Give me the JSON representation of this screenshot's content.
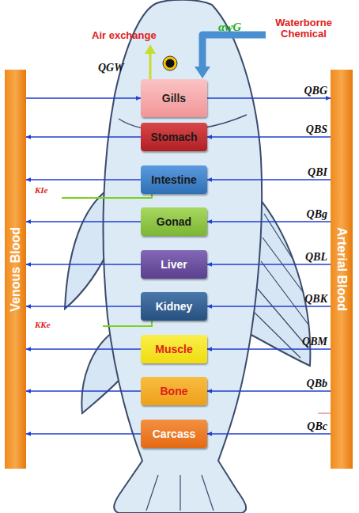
{
  "diagram": {
    "nodes": [
      {
        "text": [
          "Venous Blood"
        ]
      },
      {
        "text": [
          "Gills"
        ]
      },
      {
        "text": [
          "Stomach"
        ]
      },
      {
        "text": [
          "Intestine"
        ]
      },
      {
        "text": [
          "Gonad"
        ]
      },
      {
        "text": [
          "Liver"
        ]
      },
      {
        "text": [
          "Kidney"
        ]
      },
      {
        "text": [
          "Muscle"
        ]
      },
      {
        "text": [
          "Bone"
        ]
      },
      {
        "text": [
          "Carcass"
        ]
      },
      {
        "text": [
          "Arterial Blood"
        ]
      }
    ],
    "edges": [
      {
        "from": 0,
        "to": 1,
        "arrow": "to"
      },
      {
        "from": 1,
        "to": 10,
        "arrow": "to",
        "label": "QBG"
      },
      {
        "from": 10,
        "to": 2,
        "arrow": "to",
        "label": "QBS"
      },
      {
        "from": 2,
        "to": 0,
        "arrow": "to"
      },
      {
        "from": 10,
        "to": 3,
        "arrow": "to",
        "label": "QBI"
      },
      {
        "from": 3,
        "to": 0,
        "arrow": "to"
      },
      {
        "from": 10,
        "to": 4,
        "arrow": "to",
        "label": "QBg"
      },
      {
        "from": 4,
        "to": 0,
        "arrow": "to"
      },
      {
        "from": 10,
        "to": 5,
        "arrow": "to",
        "label": "QBL"
      },
      {
        "from": 5,
        "to": 0,
        "arrow": "to"
      },
      {
        "from": 10,
        "to": 6,
        "arrow": "to",
        "label": "QBK"
      },
      {
        "from": 6,
        "to": 0,
        "arrow": "to"
      },
      {
        "from": 10,
        "to": 7,
        "arrow": "to",
        "label": "QBM"
      },
      {
        "from": 7,
        "to": 0,
        "arrow": "to"
      },
      {
        "from": 10,
        "to": 8,
        "arrow": "to",
        "label": "QBb"
      },
      {
        "from": 8,
        "to": 0,
        "arrow": "to"
      },
      {
        "from": 10,
        "to": 9,
        "arrow": "to",
        "label": "QBc"
      },
      {
        "from": 9,
        "to": 0,
        "arrow": "to"
      }
    ],
    "labels": [
      "Air exchange",
      "αwG",
      "Waterborne Chemical",
      "QGW",
      "KIe",
      "KKe"
    ]
  }
}
